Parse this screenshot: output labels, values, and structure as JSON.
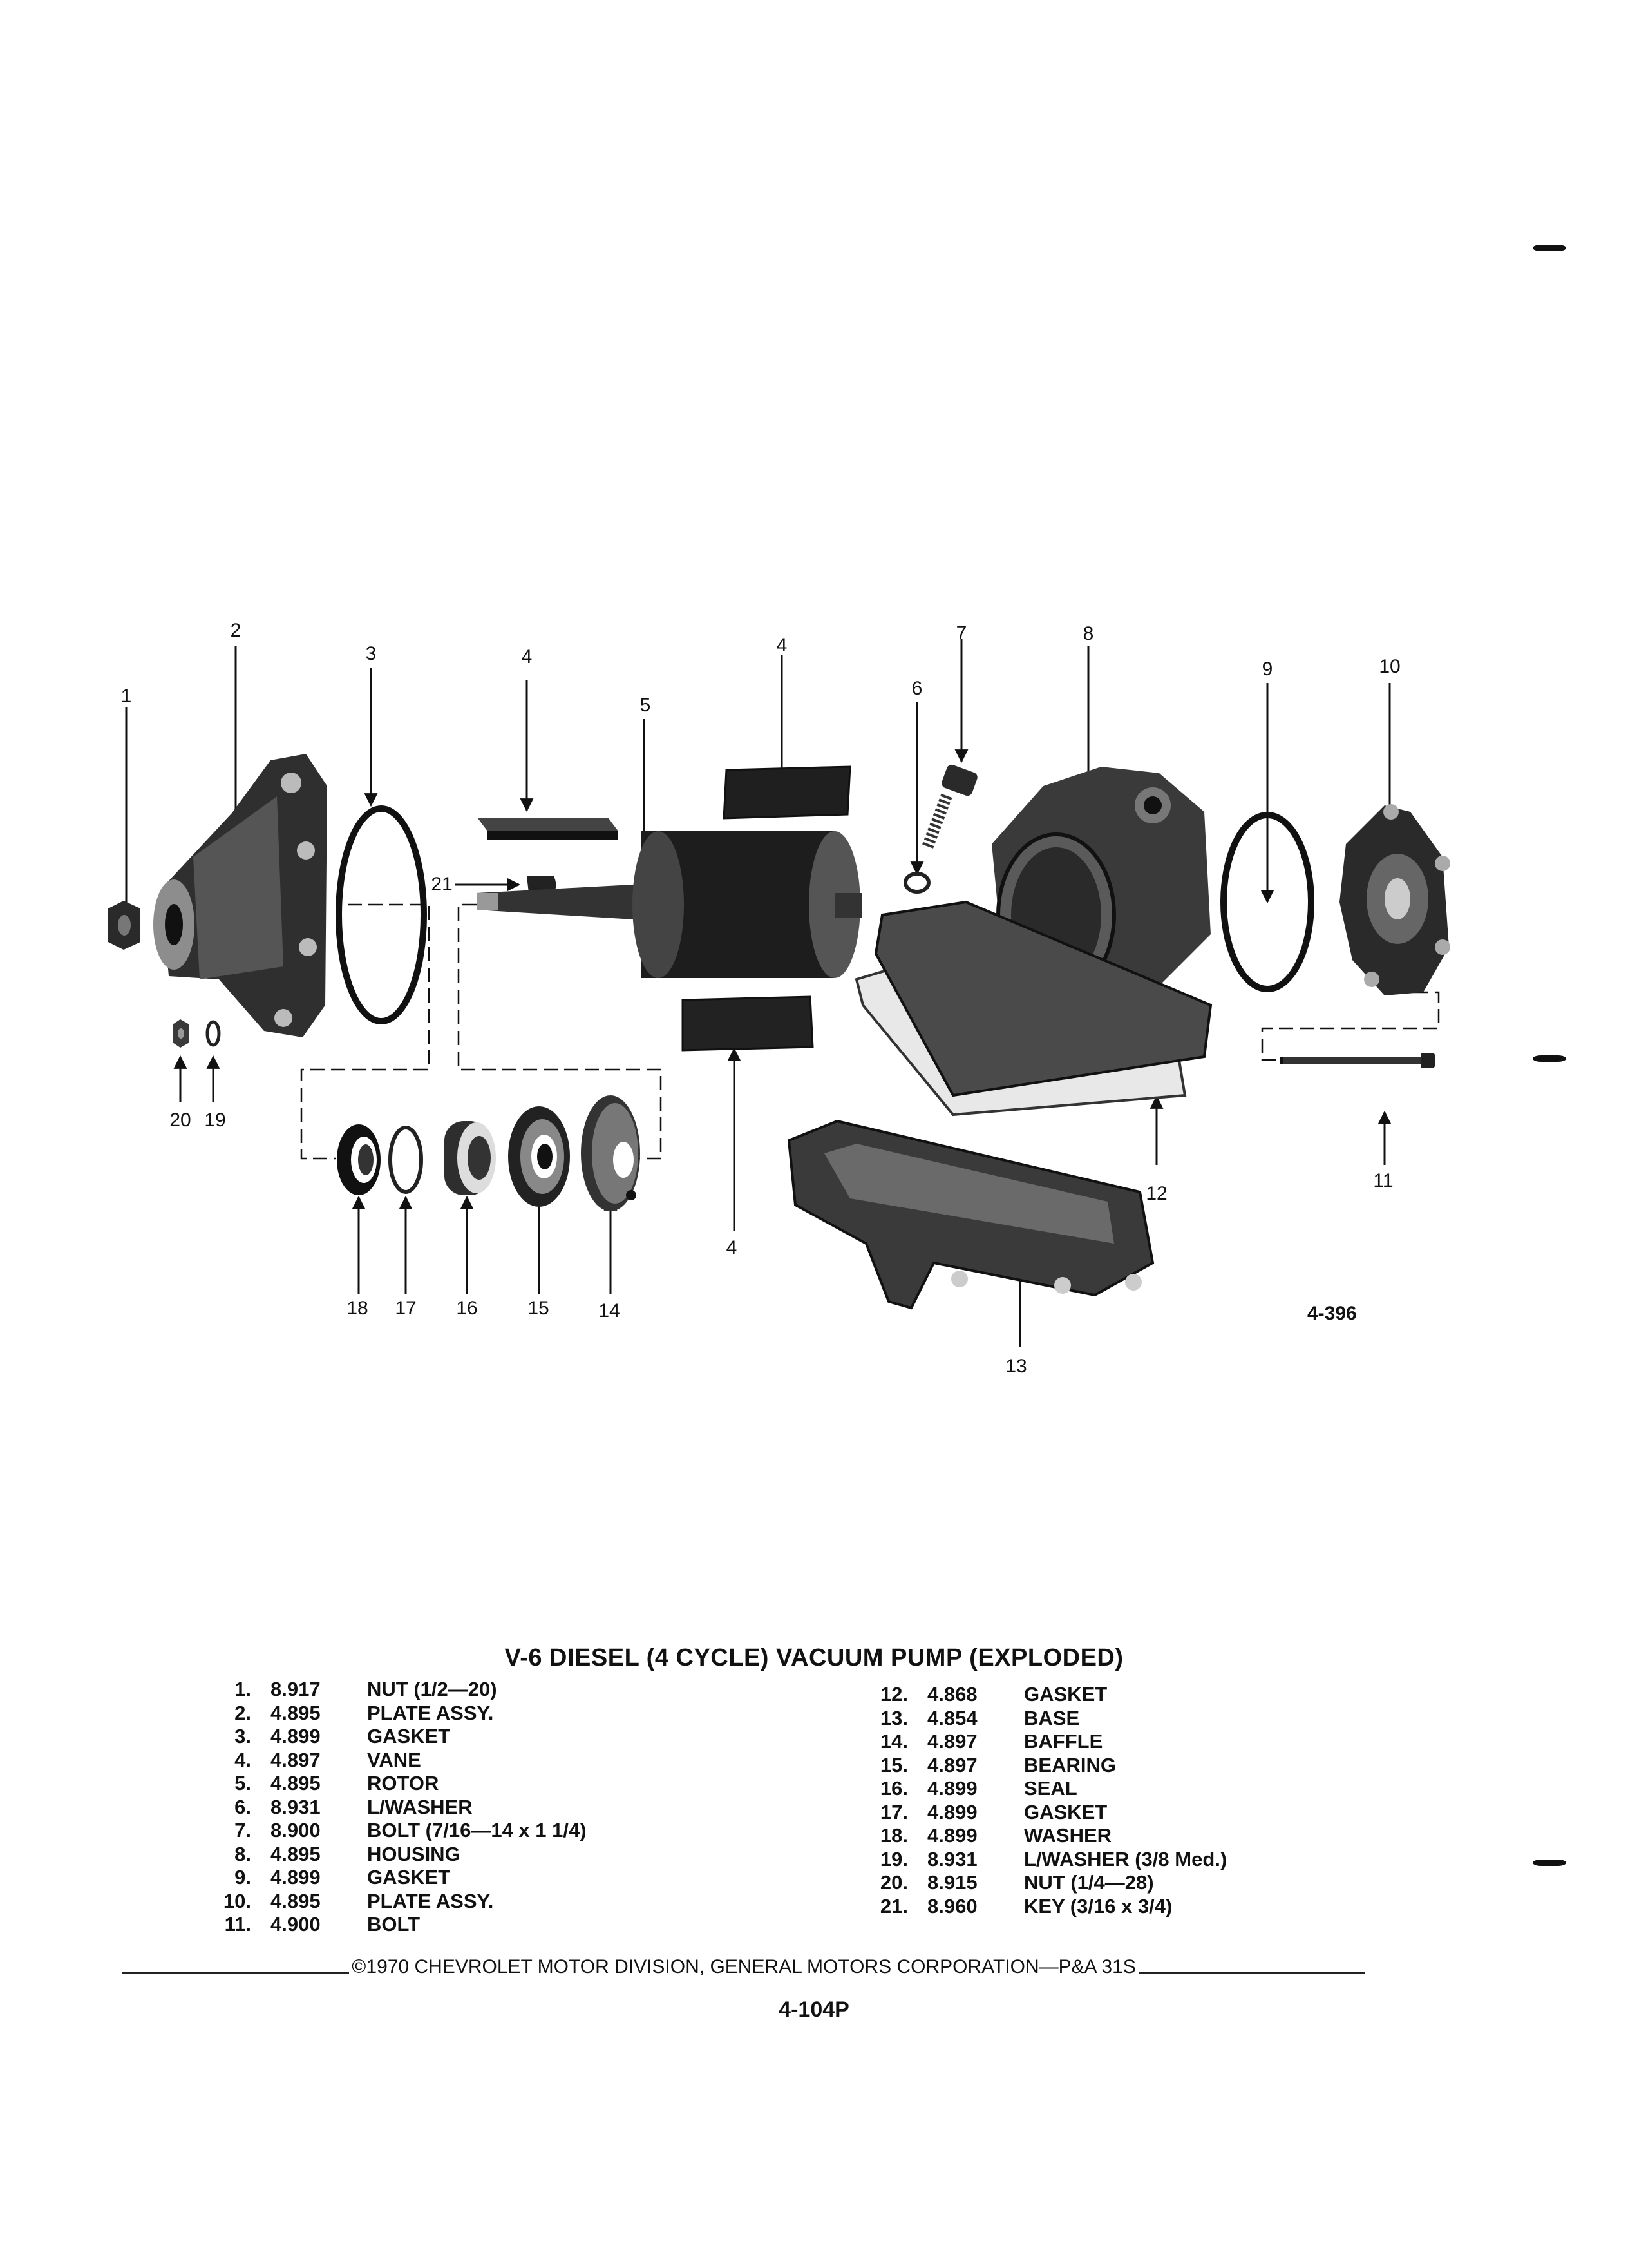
{
  "diagram": {
    "figure_id": "4-396",
    "callouts": [
      {
        "id": "c1",
        "label": "1"
      },
      {
        "id": "c2",
        "label": "2"
      },
      {
        "id": "c3",
        "label": "3"
      },
      {
        "id": "c4a",
        "label": "4"
      },
      {
        "id": "c4b",
        "label": "4"
      },
      {
        "id": "c4c",
        "label": "4"
      },
      {
        "id": "c5",
        "label": "5"
      },
      {
        "id": "c6",
        "label": "6"
      },
      {
        "id": "c7",
        "label": "7"
      },
      {
        "id": "c8",
        "label": "8"
      },
      {
        "id": "c9",
        "label": "9"
      },
      {
        "id": "c10",
        "label": "10"
      },
      {
        "id": "c11",
        "label": "11"
      },
      {
        "id": "c12",
        "label": "12"
      },
      {
        "id": "c13",
        "label": "13"
      },
      {
        "id": "c14",
        "label": "14"
      },
      {
        "id": "c15",
        "label": "15"
      },
      {
        "id": "c16",
        "label": "16"
      },
      {
        "id": "c17",
        "label": "17"
      },
      {
        "id": "c18",
        "label": "18"
      },
      {
        "id": "c19",
        "label": "19"
      },
      {
        "id": "c20",
        "label": "20"
      },
      {
        "id": "c21",
        "label": "21"
      }
    ]
  },
  "title": "V-6 DIESEL (4 CYCLE) VACUUM PUMP (EXPLODED)",
  "parts_left": [
    {
      "num": "1.",
      "code": "8.917",
      "desc": "NUT (1/2—20)"
    },
    {
      "num": "2.",
      "code": "4.895",
      "desc": "PLATE ASSY."
    },
    {
      "num": "3.",
      "code": "4.899",
      "desc": "GASKET"
    },
    {
      "num": "4.",
      "code": "4.897",
      "desc": "VANE"
    },
    {
      "num": "5.",
      "code": "4.895",
      "desc": "ROTOR"
    },
    {
      "num": "6.",
      "code": "8.931",
      "desc": "L/WASHER"
    },
    {
      "num": "7.",
      "code": "8.900",
      "desc": "BOLT (7/16—14 x 1 1/4)"
    },
    {
      "num": "8.",
      "code": "4.895",
      "desc": "HOUSING"
    },
    {
      "num": "9.",
      "code": "4.899",
      "desc": "GASKET"
    },
    {
      "num": "10.",
      "code": "4.895",
      "desc": "PLATE ASSY."
    },
    {
      "num": "11.",
      "code": "4.900",
      "desc": "BOLT"
    }
  ],
  "parts_right": [
    {
      "num": "12.",
      "code": "4.868",
      "desc": "GASKET"
    },
    {
      "num": "13.",
      "code": "4.854",
      "desc": "BASE"
    },
    {
      "num": "14.",
      "code": "4.897",
      "desc": "BAFFLE"
    },
    {
      "num": "15.",
      "code": "4.897",
      "desc": "BEARING"
    },
    {
      "num": "16.",
      "code": "4.899",
      "desc": "SEAL"
    },
    {
      "num": "17.",
      "code": "4.899",
      "desc": "GASKET"
    },
    {
      "num": "18.",
      "code": "4.899",
      "desc": "WASHER"
    },
    {
      "num": "19.",
      "code": "8.931",
      "desc": "L/WASHER (3/8 Med.)"
    },
    {
      "num": "20.",
      "code": "8.915",
      "desc": "NUT (1/4—28)"
    },
    {
      "num": "21.",
      "code": "8.960",
      "desc": "KEY (3/16 x 3/4)"
    }
  ],
  "footer": {
    "copyright": "©1970 CHEVROLET MOTOR DIVISION, GENERAL MOTORS CORPORATION—P&A 31S",
    "page_number": "4-104P"
  }
}
